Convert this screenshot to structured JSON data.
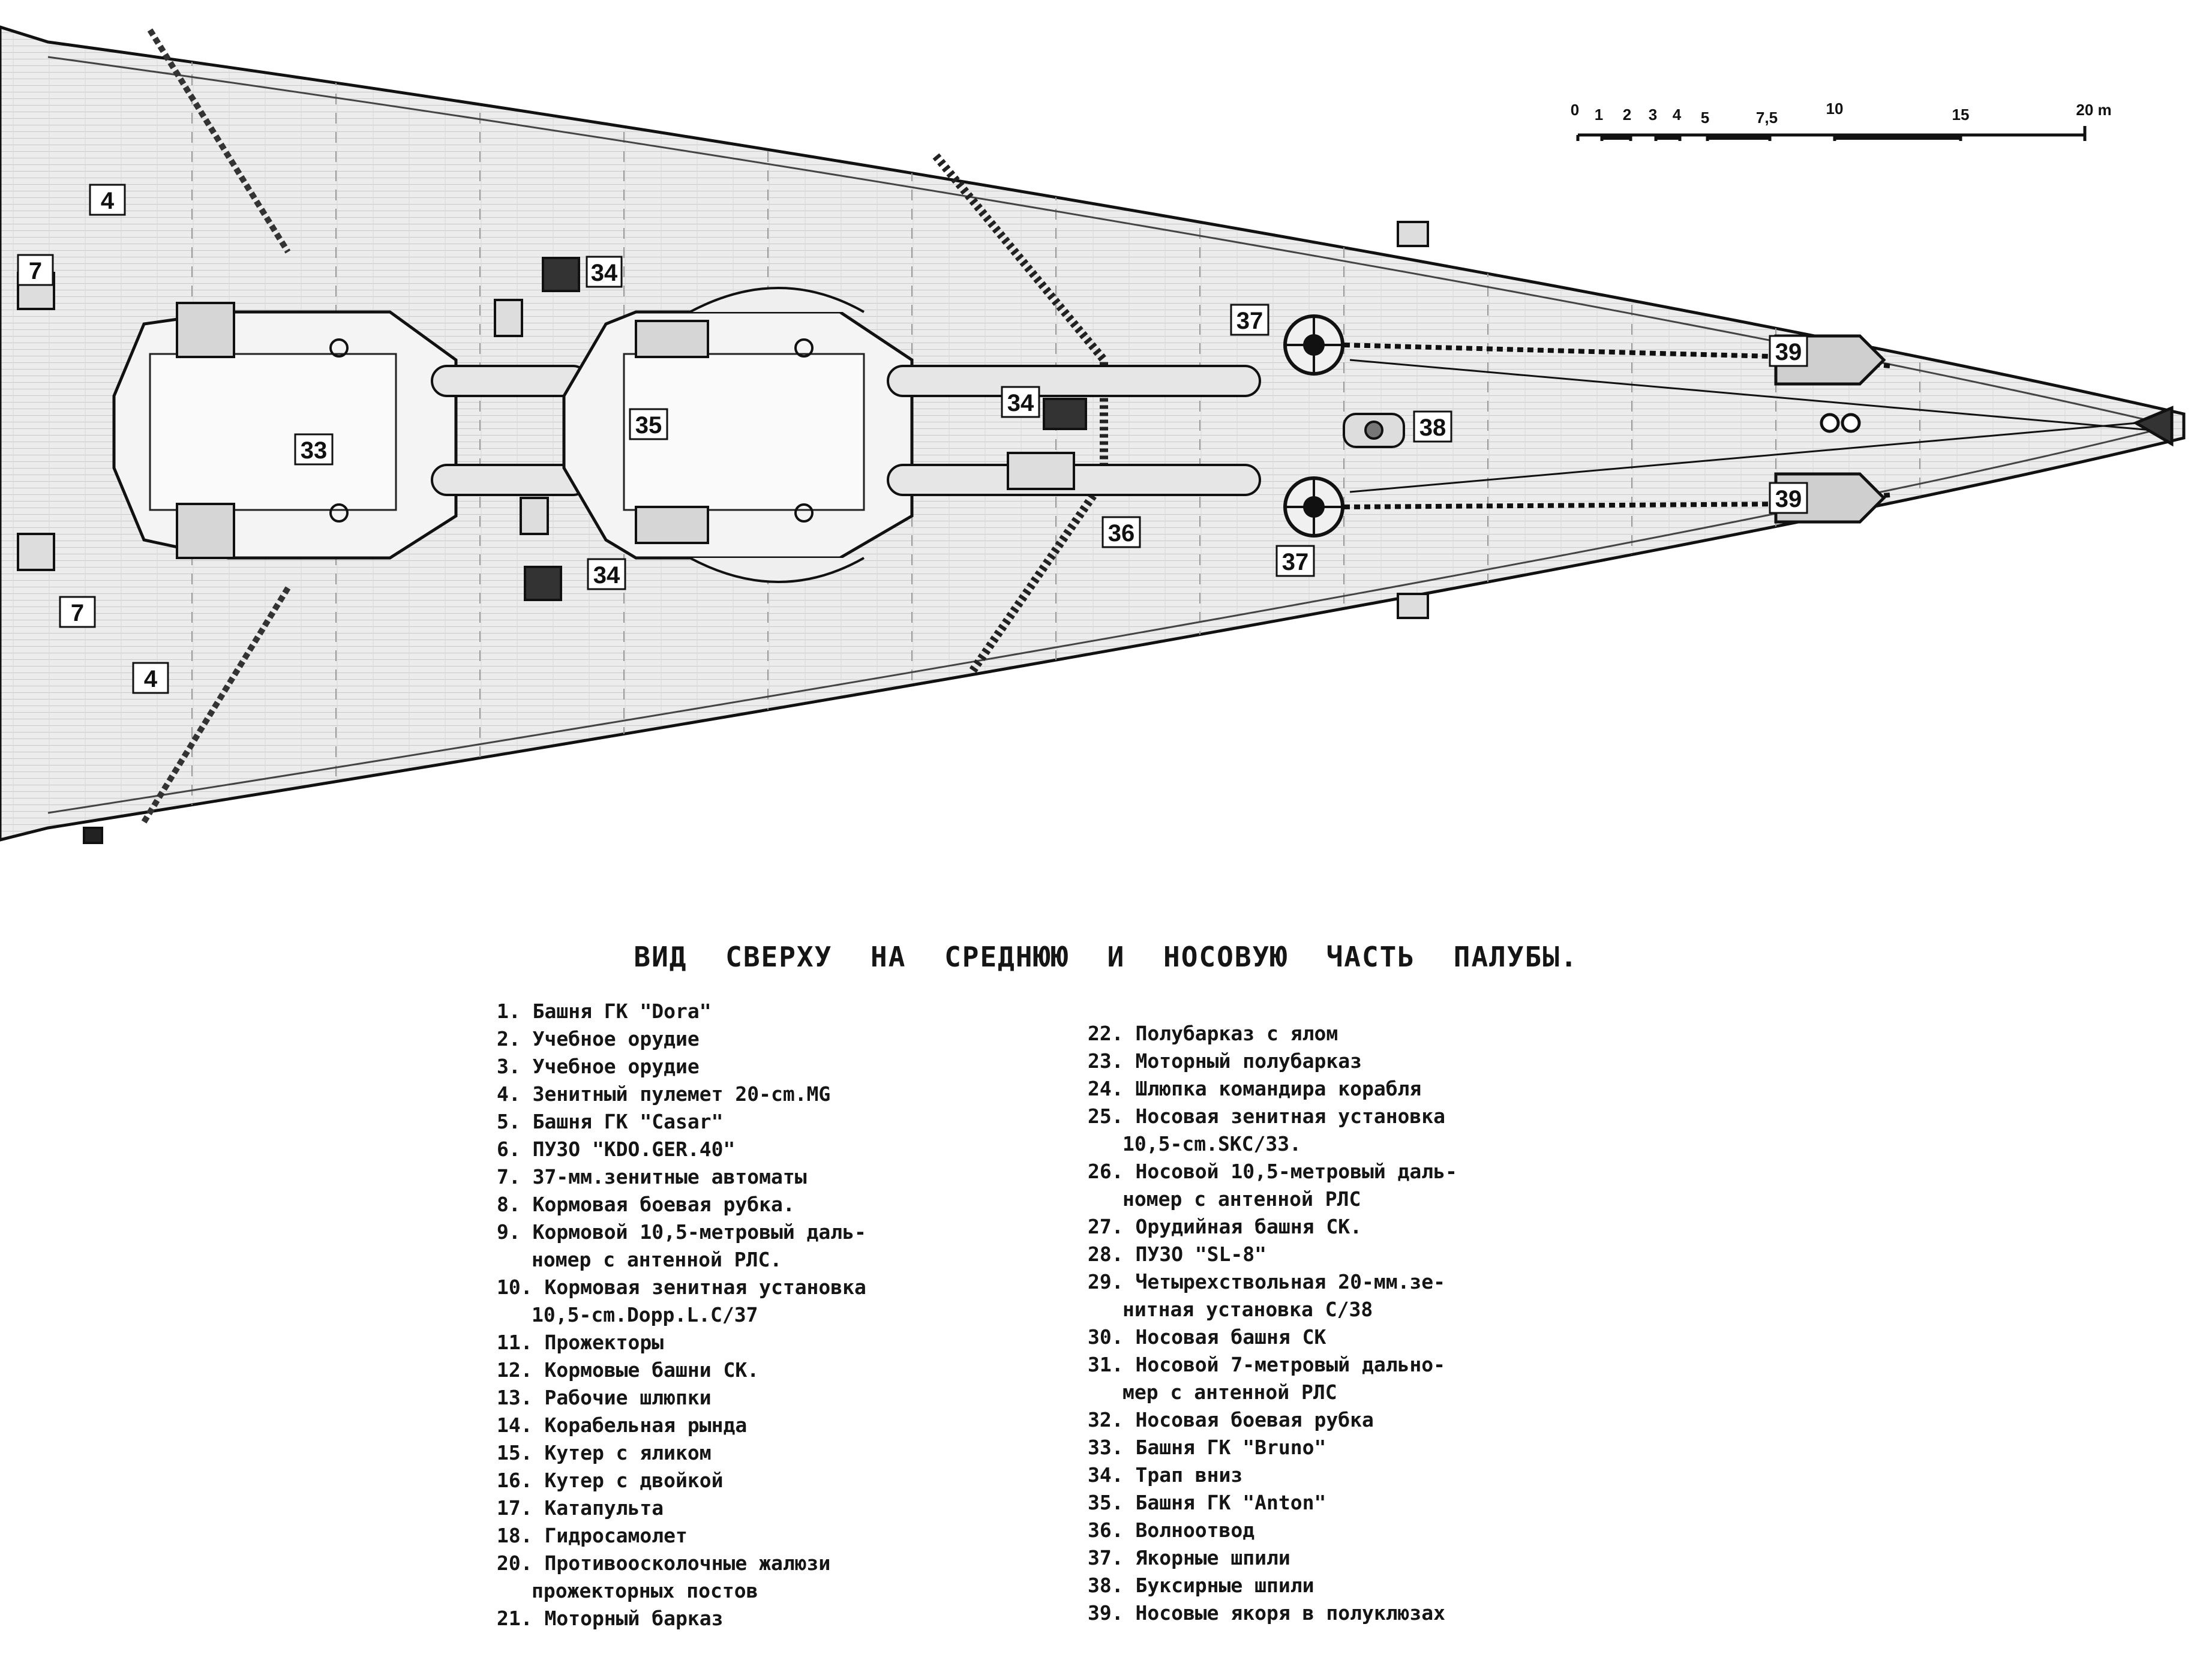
{
  "title": "ВИД СВЕРХУ НА СРЕДНЮЮ И НОСОВУЮ ЧАСТЬ ПАЛУБЫ.",
  "scale_bar": {
    "labels": [
      "0",
      "1",
      "2",
      "3",
      "4",
      "5",
      "7,5",
      "10",
      "15",
      "20 m"
    ]
  },
  "callouts": [
    "4",
    "7",
    "34",
    "37",
    "39",
    "33",
    "35",
    "34",
    "38",
    "36",
    "34",
    "39",
    "37",
    "7",
    "4"
  ],
  "legend_left": [
    {
      "text": "1. Башня ГК \"Dora\"",
      "cont": ""
    },
    {
      "text": "2. Учебное орудие",
      "cont": ""
    },
    {
      "text": "3. Учебное орудие",
      "cont": ""
    },
    {
      "text": "4. Зенитный пулемет 20-cm.MG",
      "cont": ""
    },
    {
      "text": "5. Башня ГК \"Casar\"",
      "cont": ""
    },
    {
      "text": "6. ПУЗО \"KDO.GER.40\"",
      "cont": ""
    },
    {
      "text": "7. 37-мм.зенитные автоматы",
      "cont": ""
    },
    {
      "text": "8. Кормовая боевая рубка.",
      "cont": ""
    },
    {
      "text": "9. Кормовой 10,5-метровый даль-",
      "cont": "номер с антенной РЛС."
    },
    {
      "text": "10. Кормовая зенитная установка",
      "cont": "10,5-cm.Dopp.L.C/37"
    },
    {
      "text": "11. Прожекторы",
      "cont": ""
    },
    {
      "text": "12. Кормовые башни СК.",
      "cont": ""
    },
    {
      "text": "13. Рабочие шлюпки",
      "cont": ""
    },
    {
      "text": "14. Корабельная рында",
      "cont": ""
    },
    {
      "text": "15. Кутер с яликом",
      "cont": ""
    },
    {
      "text": "16. Кутер с двойкой",
      "cont": ""
    },
    {
      "text": "17. Катапульта",
      "cont": ""
    },
    {
      "text": "18. Гидросамолет",
      "cont": ""
    },
    {
      "text": "20. Противоосколочные жалюзи",
      "cont": "прожекторных постов"
    },
    {
      "text": "21. Моторный барказ",
      "cont": ""
    }
  ],
  "legend_right": [
    {
      "text": "22. Полубарказ с ялом",
      "cont": ""
    },
    {
      "text": "23. Моторный полубарказ",
      "cont": ""
    },
    {
      "text": "24. Шлюпка командира корабля",
      "cont": ""
    },
    {
      "text": "25. Носовая зенитная установка",
      "cont": "10,5-cm.SKC/33."
    },
    {
      "text": "26. Носовой 10,5-метровый даль-",
      "cont": "номер с антенной РЛС"
    },
    {
      "text": "27. Орудийная башня СК.",
      "cont": ""
    },
    {
      "text": "28. ПУЗО \"SL-8\"",
      "cont": ""
    },
    {
      "text": "29. Четырехствольная 20-мм.зе-",
      "cont": "нитная установка С/38"
    },
    {
      "text": "30. Носовая башня СК",
      "cont": ""
    },
    {
      "text": "31. Носовой 7-метровый дально-",
      "cont": "мер с антенной РЛС"
    },
    {
      "text": "32. Носовая боевая рубка",
      "cont": ""
    },
    {
      "text": "33. Башня ГК \"Bruno\"",
      "cont": ""
    },
    {
      "text": "34. Трап вниз",
      "cont": ""
    },
    {
      "text": "35. Башня ГК \"Anton\"",
      "cont": ""
    },
    {
      "text": "36. Волноотвод",
      "cont": ""
    },
    {
      "text": "37. Якорные шпили",
      "cont": ""
    },
    {
      "text": "38. Буксирные шпили",
      "cont": ""
    },
    {
      "text": "39. Носовые якоря в полуклюзах",
      "cont": ""
    }
  ]
}
